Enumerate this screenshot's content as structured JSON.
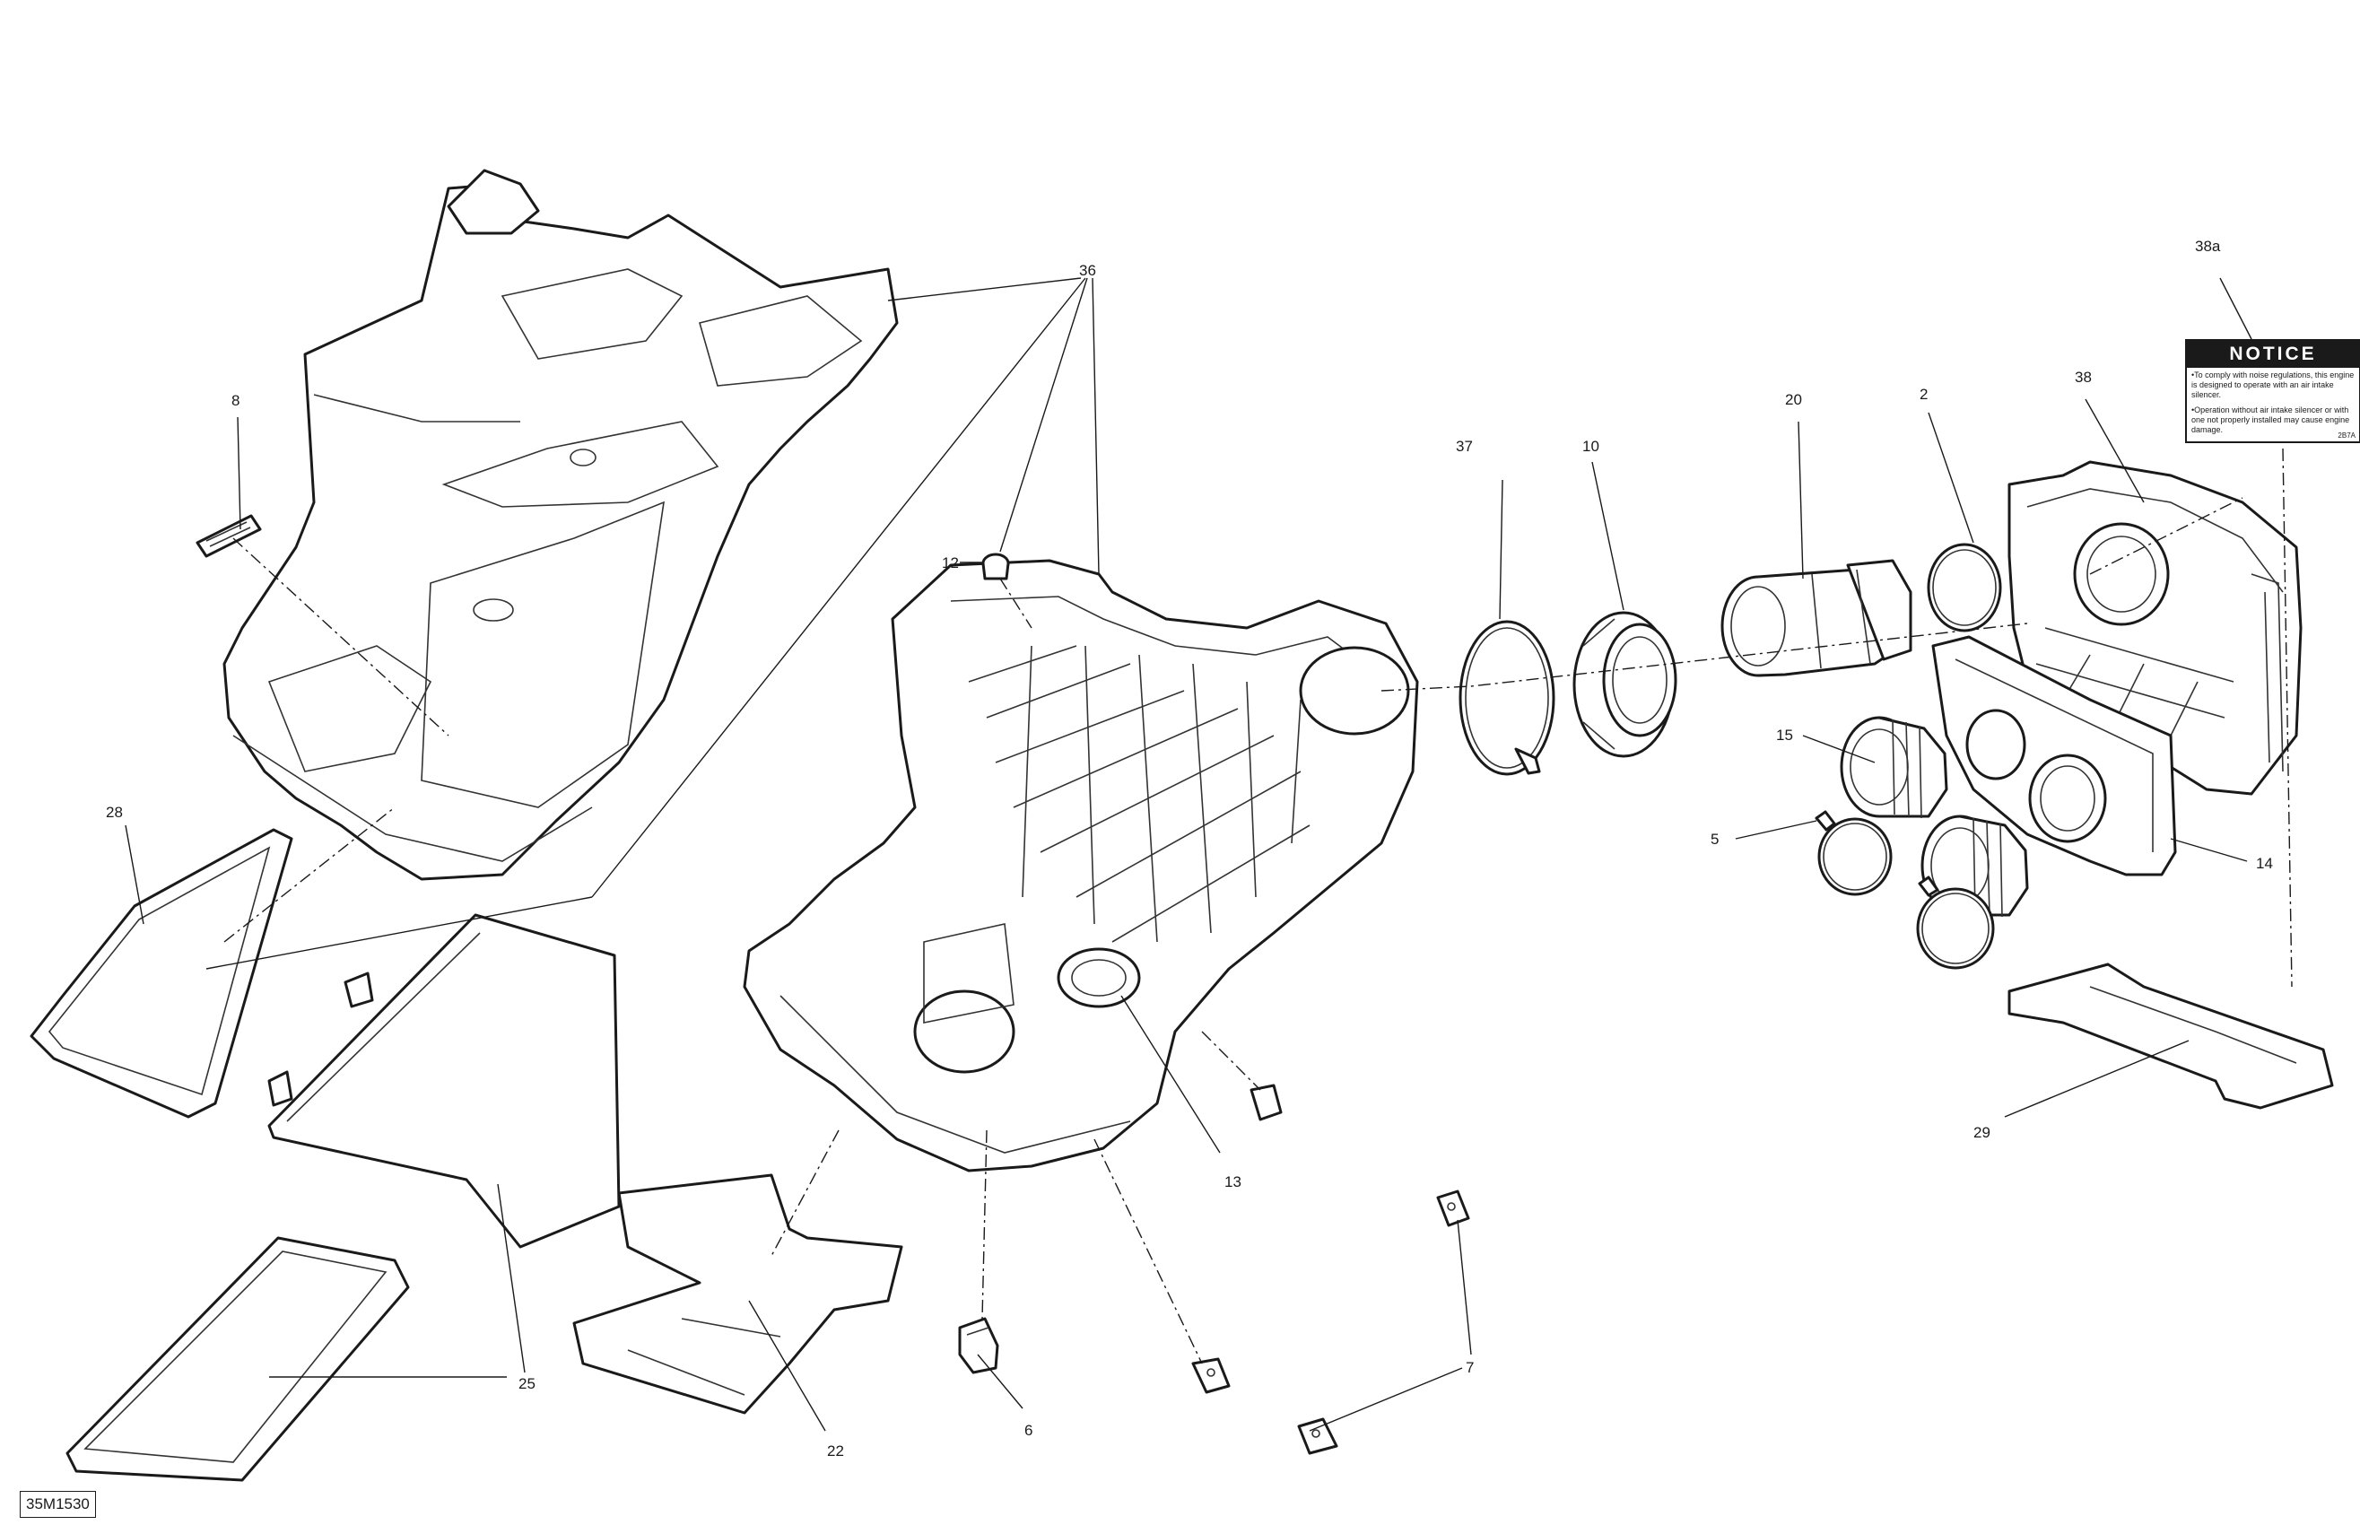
{
  "drawing_number": "35M1530",
  "callouts": {
    "c2": "2",
    "c5": "5",
    "c6": "6",
    "c7": "7",
    "c8": "8",
    "c10": "10",
    "c12": "12",
    "c13": "13",
    "c14": "14",
    "c15": "15",
    "c20": "20",
    "c22": "22",
    "c25": "25",
    "c28": "28",
    "c29": "29",
    "c36": "36",
    "c37": "37",
    "c38": "38",
    "c38a": "38a"
  },
  "notice_decal": {
    "header": "NOTICE",
    "line1": "•To comply with noise regulations, this engine is designed to operate with an air intake silencer.",
    "line2": "•Operation without air intake silencer or with one not properly installed may cause engine damage.",
    "code": "2B7A"
  },
  "colors": {
    "line": "#1a1a1a",
    "background": "#ffffff"
  }
}
